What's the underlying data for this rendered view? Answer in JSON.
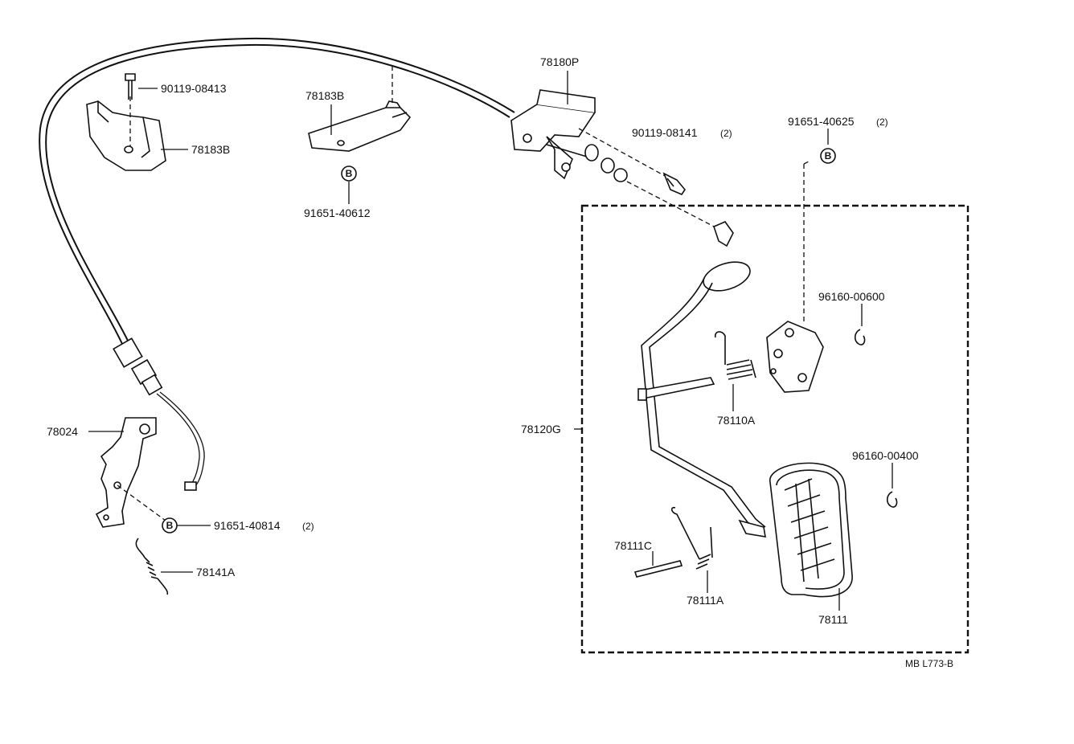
{
  "callouts": {
    "p78180P": "78180P",
    "p90119_08413": "90119-08413",
    "p78183B_left": "78183B",
    "p78183B_top": "78183B",
    "p91651_40612": "91651-40612",
    "p90119_08141": "90119-08141",
    "p90119_08141_qty": "(2)",
    "p91651_40625": "91651-40625",
    "p91651_40625_qty": "(2)",
    "p96160_00600": "96160-00600",
    "p78110A": "78110A",
    "p78120G": "78120G",
    "p96160_00400": "96160-00400",
    "p78024": "78024",
    "p91651_40814": "91651-40814",
    "p91651_40814_qty": "(2)",
    "p78141A": "78141A",
    "p78111C": "78111C",
    "p78111A": "78111A",
    "p78111": "78111"
  },
  "markers": {
    "b_symbol": "B"
  },
  "drawing_code": "MB L773-B"
}
